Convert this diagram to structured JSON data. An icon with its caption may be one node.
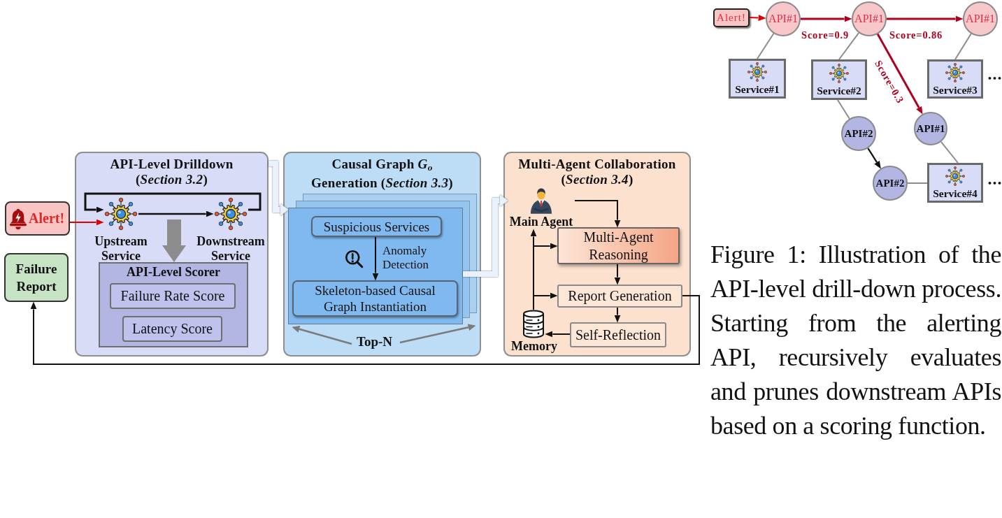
{
  "diagram": {
    "caption": "Figure 1: Illustration of the API-level drill-down process. Starting from the alerting API, recursively evaluates and prunes downstream APIs based on a scoring function.",
    "nodes": [
      {
        "text": [
          "Alert!"
        ]
      },
      {
        "text": [
          "Failure Report"
        ]
      },
      {
        "text": [
          "API-Level Drilldown (*Section 3.2*)"
        ]
      },
      {
        "text": [],
        "shape": "picture",
        "in": 2,
        "beside": [
          "Upstream Service"
        ]
      },
      {
        "text": [],
        "shape": "picture",
        "in": 2,
        "beside": [
          "Downstream Service"
        ]
      },
      {
        "text": [
          "API-Level Scorer"
        ],
        "in": 2
      },
      {
        "text": [
          "Failure Rate Score"
        ],
        "in": 5
      },
      {
        "text": [
          "Latency Score"
        ],
        "in": 5
      },
      {
        "text": [
          "Causal Graph *G*$_{o}$ Generation (*Section 3.3*)"
        ]
      },
      {
        "text": [],
        "shape": "box",
        "in": 8
      },
      {
        "text": [
          "Suspicious Services"
        ],
        "in": 9
      },
      {
        "text": [
          "Skeleton-based Causal Graph Instantiation"
        ],
        "in": 9
      },
      {
        "text": [
          "Multi-Agent Collaboration (*Section 3.4*)"
        ]
      },
      {
        "text": [
          "Main Agent"
        ],
        "in": 12
      },
      {
        "text": [
          "Multi-Agent Reasoning"
        ],
        "in": 12
      },
      {
        "text": [
          "Report Generation"
        ],
        "in": 12
      },
      {
        "text": [
          "Self-Reflection"
        ],
        "in": 12
      },
      {
        "text": [],
        "shape": "picture",
        "in": 12,
        "beside": [
          "Memory"
        ]
      },
      {
        "text": [
          "Alert!"
        ]
      },
      {
        "text": [
          "API#1"
        ]
      },
      {
        "text": [
          "API#1"
        ]
      },
      {
        "text": [
          "API#1"
        ]
      },
      {
        "text": [
          "Service#1"
        ]
      },
      {
        "text": [
          "Service#2"
        ]
      },
      {
        "text": [
          "Service#3"
        ],
        "beside": [
          "•••"
        ]
      },
      {
        "text": [
          "API#2"
        ]
      },
      {
        "text": [
          "API#1"
        ]
      },
      {
        "text": [
          "API#2"
        ]
      },
      {
        "text": [
          "Service#4"
        ],
        "beside": [
          "•••"
        ]
      }
    ],
    "edges": [
      {
        "from": 0,
        "to": 3,
        "arrow": "to",
        "color": "#e00000"
      },
      {
        "from": 3,
        "to": 4,
        "arrow": "to"
      },
      {
        "from": 4,
        "to": 3,
        "arrow": "to"
      },
      {
        "from": null,
        "to": 5,
        "arrow": "to",
        "style": "thick",
        "color": "#8c8c8c"
      },
      {
        "from": 2,
        "to": 9,
        "arrow": "to",
        "style": "thick",
        "color": "#e8f2fc"
      },
      {
        "from": 10,
        "to": 11,
        "arrow": "to",
        "label": "Anomaly Detection"
      },
      {
        "from": 9,
        "to": 13,
        "arrow": "to",
        "style": "thick",
        "color": "#e8f2fc"
      },
      {
        "from": 13,
        "to": 14,
        "arrow": "to"
      },
      {
        "from": 14,
        "to": 15,
        "arrow": "to"
      },
      {
        "from": 15,
        "to": 16,
        "arrow": "to"
      },
      {
        "from": 16,
        "to": 17,
        "arrow": "to"
      },
      {
        "from": 17,
        "to": 13,
        "arrow": "to"
      },
      {
        "from": 17,
        "to": 14,
        "arrow": "to"
      },
      {
        "from": 17,
        "to": 15,
        "arrow": "to"
      },
      {
        "from": 15,
        "to": 1,
        "arrow": "to"
      },
      {
        "from": 18,
        "to": 19,
        "arrow": "to",
        "color": "#e00000"
      },
      {
        "from": 19,
        "to": 20,
        "arrow": "to",
        "label": "Score=0.9",
        "color": "#b0001e"
      },
      {
        "from": 20,
        "to": 21,
        "arrow": "to",
        "label": "Score=0.86",
        "color": "#b0001e"
      },
      {
        "from": 20,
        "to": 26,
        "arrow": "to",
        "label": "Score=0.3",
        "color": "#b0001e"
      },
      {
        "from": 19,
        "to": 22,
        "arrow": "none",
        "color": "#8c8c8c"
      },
      {
        "from": 20,
        "to": 23,
        "arrow": "none",
        "color": "#8c8c8c"
      },
      {
        "from": 21,
        "to": 24,
        "arrow": "none",
        "color": "#8c8c8c"
      },
      {
        "from": 23,
        "to": 25,
        "arrow": "none",
        "color": "#8c8c8c"
      },
      {
        "from": 25,
        "to": 27,
        "arrow": "to"
      },
      {
        "from": 26,
        "to": 28,
        "arrow": "none",
        "color": "#8c8c8c"
      },
      {
        "from": 27,
        "to": 28,
        "arrow": "none",
        "color": "#8c8c8c"
      }
    ],
    "labels": [
      "Top-N"
    ]
  }
}
